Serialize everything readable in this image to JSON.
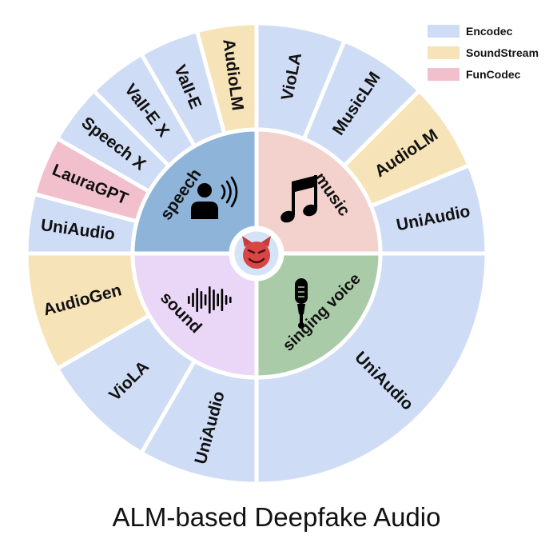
{
  "colors": {
    "Encodec": "#cfdcf5",
    "SoundStream": "#f6e3b7",
    "FunCodec": "#f2bfcd"
  },
  "legend": [
    {
      "label": "Encodec",
      "codec": "Encodec"
    },
    {
      "label": "SoundStream",
      "codec": "SoundStream"
    },
    {
      "label": "FunCodec",
      "codec": "FunCodec"
    }
  ],
  "center": {
    "icon": "devil-emoji-icon"
  },
  "categories": [
    {
      "key": "speech",
      "label": "speech",
      "color": "#8eb4d9",
      "icon": "speaking-person-icon"
    },
    {
      "key": "music",
      "label": "music",
      "color": "#f3d1cd",
      "icon": "music-note-icon"
    },
    {
      "key": "singing",
      "label": "singing voice",
      "color": "#a9cba7",
      "icon": "microphone-icon"
    },
    {
      "key": "sound",
      "label": "sound",
      "color": "#ead6f6",
      "icon": "sound-wave-icon"
    }
  ],
  "models": [
    {
      "label": "VioLA",
      "category": "music",
      "codec": "Encodec"
    },
    {
      "label": "MusicLM",
      "category": "music",
      "codec": "Encodec"
    },
    {
      "label": "AudioLM",
      "category": "music",
      "codec": "SoundStream"
    },
    {
      "label": "UniAudio",
      "category": "music",
      "codec": "Encodec"
    },
    {
      "label": "UniAudio",
      "category": "singing",
      "codec": "Encodec"
    },
    {
      "label": "UniAudio",
      "category": "sound",
      "codec": "Encodec"
    },
    {
      "label": "VioLA",
      "category": "sound",
      "codec": "Encodec"
    },
    {
      "label": "AudioGen",
      "category": "sound",
      "codec": "SoundStream"
    },
    {
      "label": "UniAudio",
      "category": "speech",
      "codec": "Encodec"
    },
    {
      "label": "LauraGPT",
      "category": "speech",
      "codec": "FunCodec"
    },
    {
      "label": "Speech X",
      "category": "speech",
      "codec": "Encodec"
    },
    {
      "label": "VaII-E X",
      "category": "speech",
      "codec": "Encodec"
    },
    {
      "label": "VaII-E",
      "category": "speech",
      "codec": "Encodec"
    },
    {
      "label": "AudioLM",
      "category": "speech",
      "codec": "SoundStream"
    }
  ],
  "caption": "ALM-based Deepfake Audio"
}
